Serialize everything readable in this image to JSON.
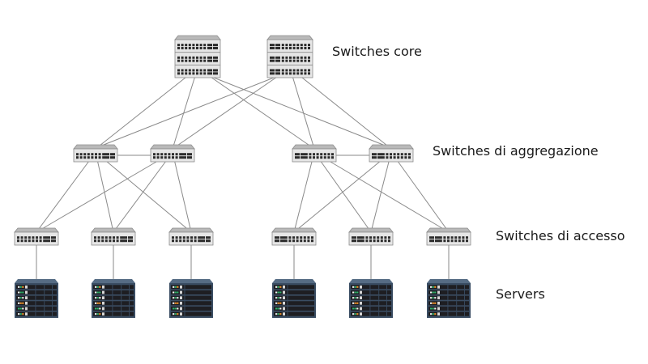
{
  "labels": {
    "core": "Switches core",
    "aggregation": "Switches di aggregazione",
    "access": "Switches di accesso",
    "servers": "Servers"
  },
  "colors": {
    "link": "#8a8a8a",
    "switch_body": "#e6e6e6",
    "switch_top": "#b9b9b9",
    "switch_border": "#8c8c8c",
    "port": "#2b2b2b",
    "server_body": "#3a4d63",
    "server_top": "#566c84",
    "server_slot": "#1e1e22",
    "led_green": "#2fb36b",
    "led_orange": "#f0932b",
    "led_white": "#f2f2f2"
  },
  "nodes": {
    "core": [
      {
        "id": "core-1",
        "ports_side": "right"
      },
      {
        "id": "core-2",
        "ports_side": "left"
      }
    ],
    "aggregation": [
      {
        "id": "agg-1",
        "ports_side": "right"
      },
      {
        "id": "agg-2",
        "ports_side": "right"
      },
      {
        "id": "agg-3",
        "ports_side": "left"
      },
      {
        "id": "agg-4",
        "ports_side": "left"
      }
    ],
    "access": [
      {
        "id": "acc-1",
        "ports_side": "right"
      },
      {
        "id": "acc-2",
        "ports_side": "right"
      },
      {
        "id": "acc-3",
        "ports_side": "right"
      },
      {
        "id": "acc-4",
        "ports_side": "left"
      },
      {
        "id": "acc-5",
        "ports_side": "left"
      },
      {
        "id": "acc-6",
        "ports_side": "left"
      }
    ],
    "servers": [
      {
        "id": "srv-1",
        "style": "grid"
      },
      {
        "id": "srv-2",
        "style": "grid"
      },
      {
        "id": "srv-3",
        "style": "wide"
      },
      {
        "id": "srv-4",
        "style": "wide"
      },
      {
        "id": "srv-5",
        "style": "grid"
      },
      {
        "id": "srv-6",
        "style": "grid"
      }
    ]
  },
  "links": [
    [
      "core-1",
      "agg-1"
    ],
    [
      "core-1",
      "agg-2"
    ],
    [
      "core-1",
      "agg-3"
    ],
    [
      "core-1",
      "agg-4"
    ],
    [
      "core-2",
      "agg-1"
    ],
    [
      "core-2",
      "agg-2"
    ],
    [
      "core-2",
      "agg-3"
    ],
    [
      "core-2",
      "agg-4"
    ],
    [
      "agg-1",
      "agg-2"
    ],
    [
      "agg-3",
      "agg-4"
    ],
    [
      "agg-1",
      "acc-1"
    ],
    [
      "agg-1",
      "acc-2"
    ],
    [
      "agg-1",
      "acc-3"
    ],
    [
      "agg-2",
      "acc-1"
    ],
    [
      "agg-2",
      "acc-2"
    ],
    [
      "agg-2",
      "acc-3"
    ],
    [
      "agg-3",
      "acc-4"
    ],
    [
      "agg-3",
      "acc-5"
    ],
    [
      "agg-3",
      "acc-6"
    ],
    [
      "agg-4",
      "acc-4"
    ],
    [
      "agg-4",
      "acc-5"
    ],
    [
      "agg-4",
      "acc-6"
    ],
    [
      "acc-1",
      "srv-1"
    ],
    [
      "acc-2",
      "srv-2"
    ],
    [
      "acc-3",
      "srv-3"
    ],
    [
      "acc-4",
      "srv-4"
    ],
    [
      "acc-5",
      "srv-5"
    ],
    [
      "acc-6",
      "srv-6"
    ]
  ]
}
